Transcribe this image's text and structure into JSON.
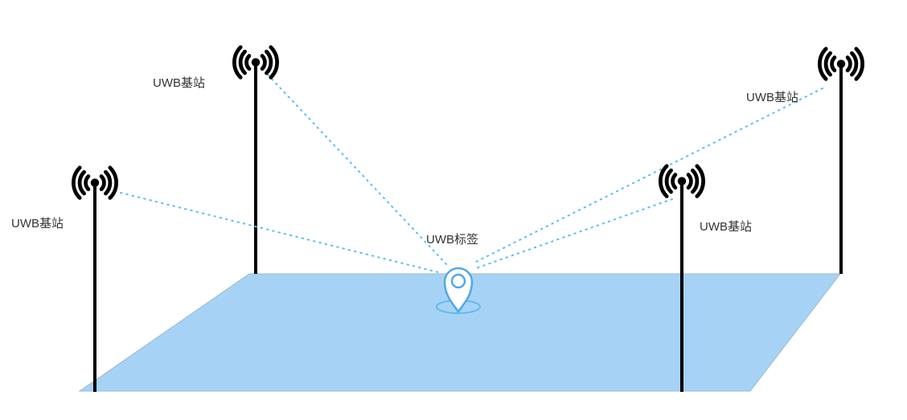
{
  "diagram": {
    "anchors": {
      "top_left": {
        "label": "UWB基站"
      },
      "top_right": {
        "label": "UWB基站"
      },
      "left": {
        "label": "UWB基站"
      },
      "right": {
        "label": "UWB基站"
      }
    },
    "tag": {
      "label": "UWB标签"
    },
    "colors": {
      "floor_fill": "#A6D3F5",
      "floor_stroke": "#9DB8CB",
      "ranging_line": "#55C0F0",
      "pin_stroke": "#4FA8E8",
      "pin_ground_ring": "#63B9F0",
      "antenna": "#000000",
      "label_text": "#333333"
    }
  }
}
